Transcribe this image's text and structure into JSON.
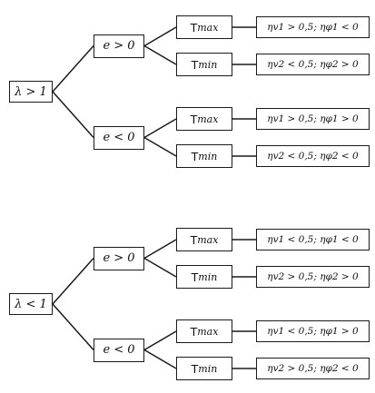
{
  "trees": [
    {
      "root": "λ > 1",
      "branches": [
        {
          "sign": "e > 0",
          "leaves": [
            {
              "t_main": "T",
              "t_sub": "max",
              "cond": "ηv1 > 0,5;  ηφ1 < 0"
            },
            {
              "t_main": "T",
              "t_sub": "min",
              "cond": "ηv2 < 0,5;  ηφ2 > 0"
            }
          ]
        },
        {
          "sign": "e < 0",
          "leaves": [
            {
              "t_main": "T",
              "t_sub": "max",
              "cond": "ηv1 > 0,5;  ηφ1 > 0"
            },
            {
              "t_main": "T",
              "t_sub": "min",
              "cond": "ηv2 < 0,5;  ηφ2 < 0"
            }
          ]
        }
      ]
    },
    {
      "root": "λ < 1",
      "branches": [
        {
          "sign": "e > 0",
          "leaves": [
            {
              "t_main": "T",
              "t_sub": "max",
              "cond": "ηv1 < 0,5;  ηφ1 < 0"
            },
            {
              "t_main": "T",
              "t_sub": "min",
              "cond": "ηv2 > 0,5;  ηφ2 > 0"
            }
          ]
        },
        {
          "sign": "e < 0",
          "leaves": [
            {
              "t_main": "T",
              "t_sub": "max",
              "cond": "ηv1 < 0,5;  ηφ1 > 0"
            },
            {
              "t_main": "T",
              "t_sub": "min",
              "cond": "ηv2 > 0,5;  ηφ2 < 0"
            }
          ]
        }
      ]
    }
  ]
}
